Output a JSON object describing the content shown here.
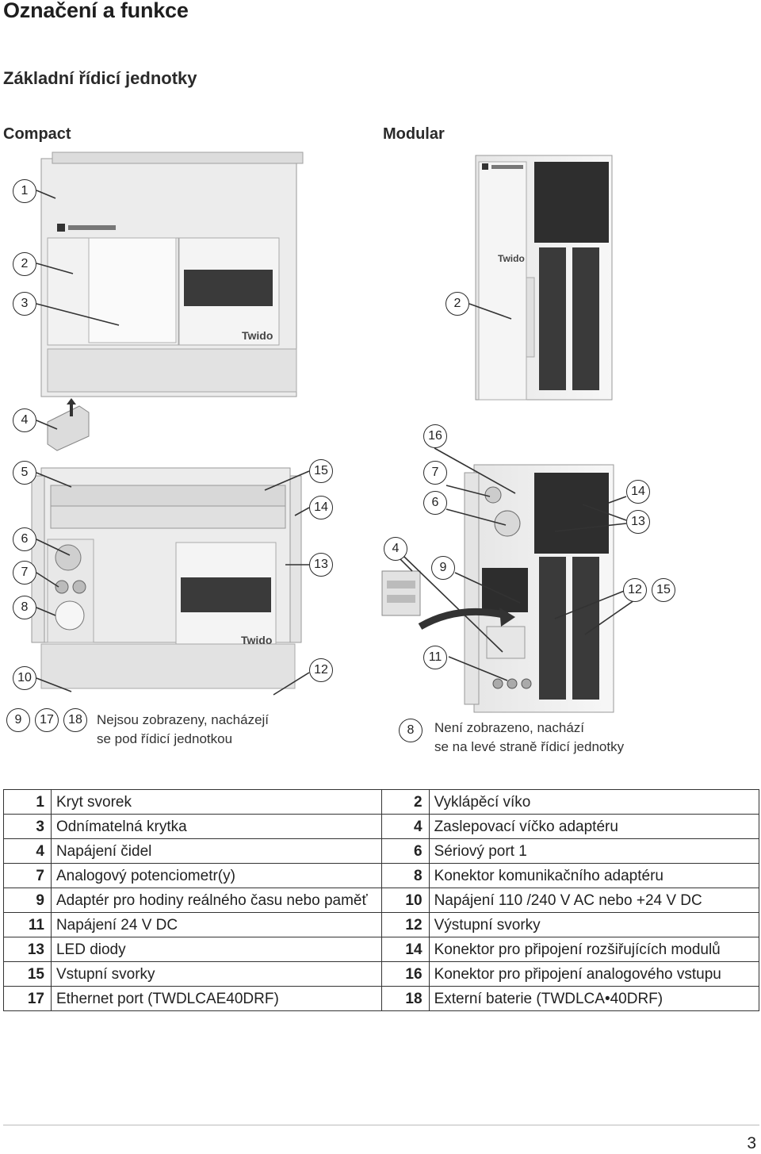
{
  "title": "Označení a funkce",
  "subtitle": "Základní řídicí jednotky",
  "compact_label": "Compact",
  "modular_label": "Modular",
  "device_brand": "Twido",
  "compact_callouts": [
    "1",
    "2",
    "3",
    "4",
    "5",
    "6",
    "7",
    "8",
    "15",
    "14",
    "13",
    "10",
    "12",
    "9",
    "17",
    "18"
  ],
  "modular_callouts": [
    "2",
    "16",
    "7",
    "6",
    "4",
    "9",
    "14",
    "13",
    "12",
    "15",
    "11",
    "8"
  ],
  "compact_note": [
    "Nejsou zobrazeny, nacházejí",
    "se pod řídicí jednotkou"
  ],
  "modular_note": [
    "Není zobrazeno, nachází",
    "se na levé straně řídicí jednotky"
  ],
  "legend": [
    {
      "n1": "1",
      "t1": "Kryt svorek",
      "n2": "2",
      "t2": "Vyklápěcí víko"
    },
    {
      "n1": "3",
      "t1": "Odnímatelná krytka",
      "n2": "4",
      "t2": "Zaslepovací víčko adaptéru"
    },
    {
      "n1": "4",
      "t1": "Napájení čidel",
      "n2": "6",
      "t2": "Sériový port 1"
    },
    {
      "n1": "7",
      "t1": "Analogový potenciometr(y)",
      "n2": "8",
      "t2": "Konektor komunikačního adaptéru"
    },
    {
      "n1": "9",
      "t1": "Adaptér pro hodiny reálného času nebo paměť",
      "n2": "10",
      "t2": "Napájení 110 /240 V AC nebo +24 V DC"
    },
    {
      "n1": "11",
      "t1": "Napájení 24 V DC",
      "n2": "12",
      "t2": "Výstupní svorky"
    },
    {
      "n1": "13",
      "t1": "LED diody",
      "n2": "14",
      "t2": "Konektor pro připojení rozšiřujících modulů"
    },
    {
      "n1": "15",
      "t1": "Vstupní svorky",
      "n2": "16",
      "t2": "Konektor pro připojení analogového vstupu"
    },
    {
      "n1": "17",
      "t1": "Ethernet port (TWDLCAE40DRF)",
      "n2": "18",
      "t2": "Externí baterie (TWDLCA•40DRF)"
    }
  ],
  "page_number": "3"
}
